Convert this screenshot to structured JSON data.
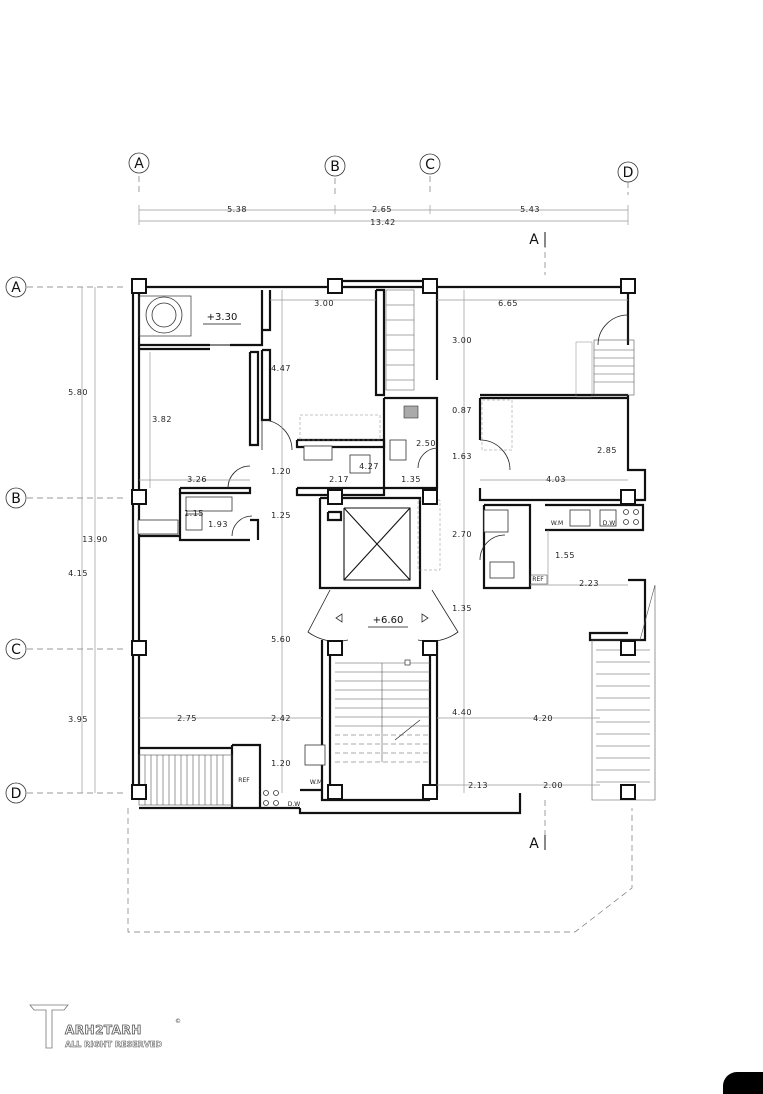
{
  "grid_axes": {
    "vertical": [
      "A",
      "B",
      "C",
      "D"
    ],
    "horizontal": [
      "A",
      "B",
      "C",
      "D"
    ]
  },
  "dims_top": [
    "5.38",
    "2.65",
    "5.43"
  ],
  "dim_top_total": "13.42",
  "dims_left": [
    "5.80",
    "4.15",
    "3.95"
  ],
  "dim_left_total": "13.90",
  "section_labels": [
    "A",
    "A"
  ],
  "levels": [
    "+3.30",
    "+6.60"
  ],
  "room_dims": {
    "r1": "3.00",
    "r2": "6.65",
    "r3": "3.00",
    "r4": "4.47",
    "r5": "0.87",
    "r6": "3.82",
    "r7": "2.50",
    "r8": "2.85",
    "r9": "1.63",
    "r10": "1.20",
    "r11": "4.27",
    "r12": "3.26",
    "r13": "2.17",
    "r14": "1.35",
    "r15": "4.03",
    "r16": "1.15",
    "r17": "1.93",
    "r18": "1.25",
    "r19": "2.70",
    "r20": "1.55",
    "r21": "2.23",
    "r22": "1.35",
    "r23": "5.60",
    "r24": "4.40",
    "r25": "4.20",
    "r26": "2.75",
    "r27": "2.42",
    "r28": "1.20",
    "r29": "2.13",
    "r30": "2.00"
  },
  "appliances": {
    "wm_right": "W.M",
    "dw_right": "D.W",
    "ref_right": "REF",
    "ref_left": "REF",
    "wm_left": "W.M",
    "dw_left": "D.W"
  },
  "logo": {
    "name": "ARH2TARH",
    "tagline": "ALL RIGHT RESERVED",
    "mark": "©"
  }
}
